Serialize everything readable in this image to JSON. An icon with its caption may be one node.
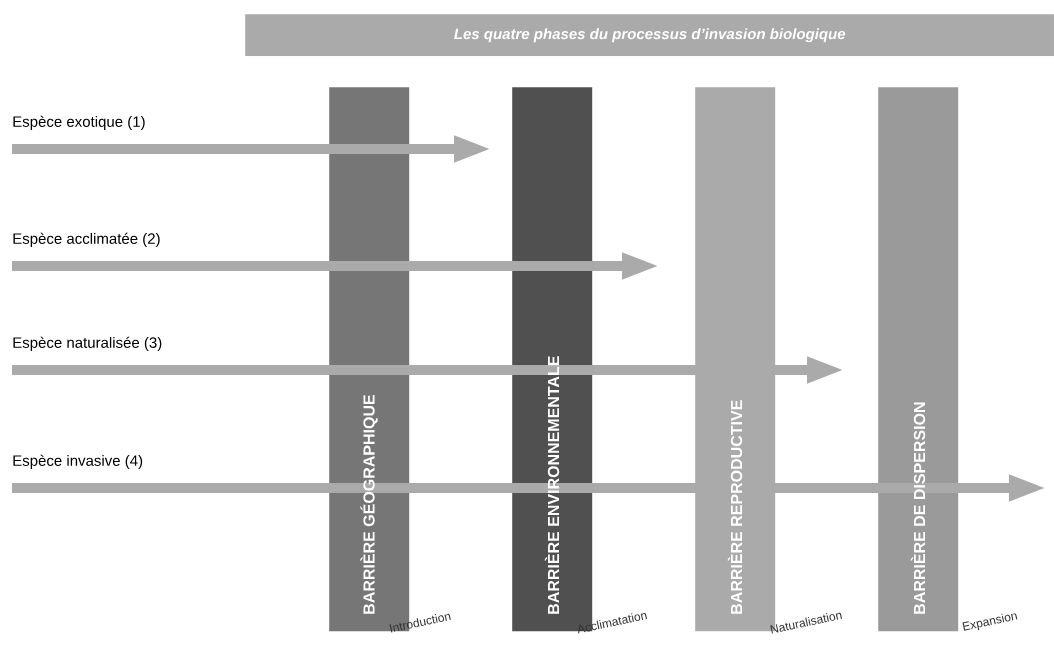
{
  "diagram": {
    "title": "Les quatre phases du processus d’invasion biologique",
    "nodes": [
      {
        "text": [
          "BARRIÈRE GÉOGRAPHIQUE"
        ]
      },
      {
        "text": [
          "BARRIÈRE ENVIRONNEMENTALE"
        ]
      },
      {
        "text": [
          "BARRIÈRE REPRODUCTIVE"
        ]
      },
      {
        "text": [
          "BARRIÈRE DE DISPERSION"
        ]
      },
      {
        "text": [
          "Espèce exotique (1)"
        ]
      },
      {
        "text": [
          "Espèce acclimatée (2)"
        ]
      },
      {
        "text": [
          "Espèce naturalisée (3)"
        ]
      },
      {
        "text": [
          "Espèce invasive (4)"
        ]
      }
    ],
    "edges": [
      {
        "from": 4,
        "to": null,
        "arrow": "to"
      },
      {
        "from": 5,
        "to": null,
        "arrow": "to"
      },
      {
        "from": 6,
        "to": null,
        "arrow": "to"
      },
      {
        "from": 7,
        "to": null,
        "arrow": "to"
      }
    ],
    "labels": [
      "Introduction",
      "Acclimatation",
      "Naturalisation",
      "Expansion"
    ]
  }
}
